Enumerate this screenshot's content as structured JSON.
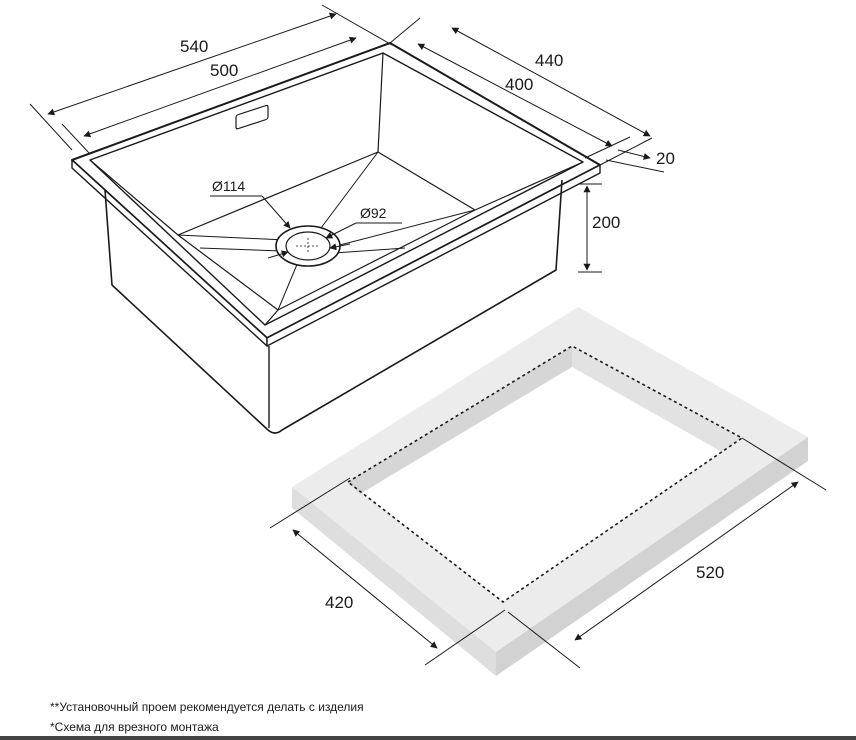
{
  "dimensions": {
    "outer_width": "540",
    "inner_width": "500",
    "outer_depth": "440",
    "inner_depth": "400",
    "rim": "20",
    "height": "200",
    "drain_outer": "Ø114",
    "drain_inner": "Ø92",
    "cutout_depth": "420",
    "cutout_width": "520"
  },
  "notes": {
    "note1": "**Установочный проем рекомендуется делать с изделия",
    "note2": "*Схема для врезного монтажа"
  },
  "colors": {
    "line": "#1a1a1a",
    "countertop_light": "#ececec",
    "countertop_dark": "#d4d4d4",
    "bottom_bar": "#444444"
  }
}
